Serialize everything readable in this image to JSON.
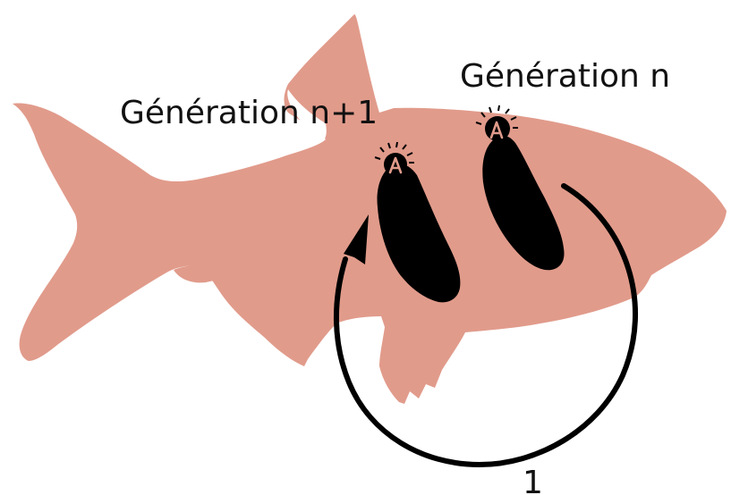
{
  "labels": {
    "generation_n_plus_1": "Génération n+1",
    "generation_n": "Génération n",
    "cycle_count": "1"
  },
  "colors": {
    "host": "#e19b8b",
    "parasite": "#000000",
    "parasite_mark": "#e19b8b",
    "arrow": "#000000"
  },
  "icons": {
    "host": "fish-silhouette",
    "parasite": "parasite-worm",
    "cycle": "circular-arrow"
  }
}
